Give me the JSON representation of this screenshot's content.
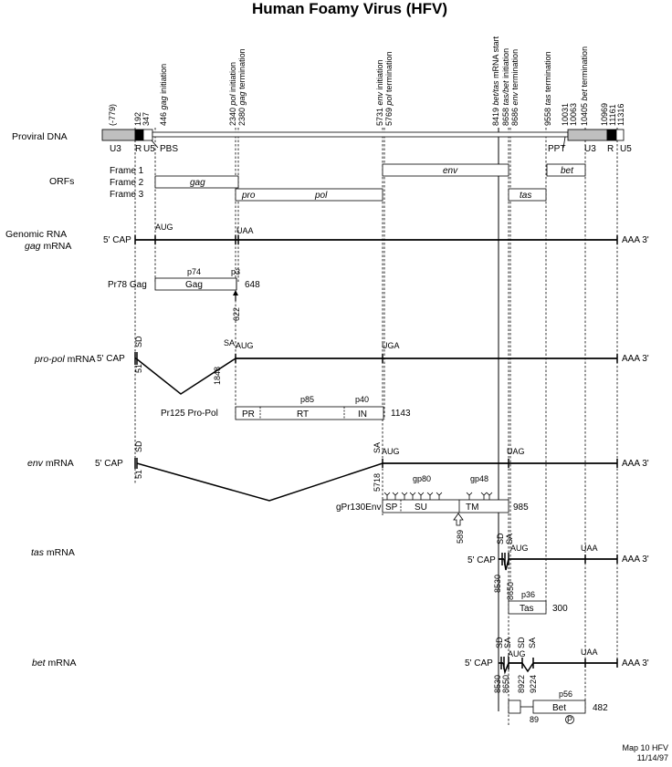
{
  "title": "Human Foamy Virus (HFV)",
  "rows": {
    "proviral": "Proviral DNA",
    "orfs": "ORFs",
    "genomic_1": "Genomic RNA",
    "genomic_2_it": "gag",
    "genomic_2": " mRNA",
    "propol_it": "pro-pol",
    "propol": " mRNA",
    "env_it": "env",
    "env": " mRNA",
    "tas_it": "tas",
    "tas": " mRNA",
    "bet_it": "bet",
    "bet": " mRNA"
  },
  "frames": [
    "Frame 1",
    "Frame 2",
    "Frame 3"
  ],
  "top_positions": [
    {
      "t": "(-779)"
    },
    {
      "t": "192"
    },
    {
      "t": "347"
    },
    {
      "n": "446 ",
      "i": "gag",
      "s": " initiation"
    },
    {
      "n": "2340 ",
      "i": "pol",
      "s": " initiation"
    },
    {
      "n": "2380 ",
      "i": "gag",
      "s": " termination"
    },
    {
      "n": "5731 ",
      "i": "env",
      "s": " initiation"
    },
    {
      "n": "5769 ",
      "i": "pol",
      "s": " termination"
    },
    {
      "n": "8419 ",
      "i": "bet/tas",
      "s": " mRNA start"
    },
    {
      "n": "8658 ",
      "i": "tas/bet",
      "s": " initiation"
    },
    {
      "n": "8686 ",
      "i": "env",
      "s": " termination"
    },
    {
      "n": "9558 ",
      "i": "tas",
      "s": " termination"
    },
    {
      "t": "10031"
    },
    {
      "t": "10063"
    },
    {
      "n": "10405 ",
      "i": "bet",
      "s": " termination"
    },
    {
      "t": "10969"
    },
    {
      "t": "11161"
    },
    {
      "t": "11316"
    }
  ],
  "ltr": {
    "u3_left": "U3",
    "r_left": "R",
    "u5_left": "U5",
    "pbs": "PBS",
    "ppt": "PPT",
    "u3_right": "U3",
    "r_right": "R",
    "u5_right": "U5"
  },
  "orf_names": {
    "env": "env",
    "bet": "bet",
    "gag": "gag",
    "pro": "pro",
    "pol": "pol",
    "tas": "tas"
  },
  "rna": {
    "cap": "5' CAP",
    "polya": "AAA 3'",
    "aug": "AUG",
    "uaa": "UAA",
    "uga": "UGA",
    "uag": "UAG",
    "sa": "SA",
    "sd": "SD"
  },
  "gag_protein": {
    "precursor": "Pr78 Gag",
    "p74": "p74",
    "p3": "p3",
    "name": "Gag",
    "length": "648",
    "cleavage": "622"
  },
  "propol": {
    "sd_pos": "51",
    "sa_pos": "1848",
    "precursor": "Pr125 Pro-Pol",
    "p85": "p85",
    "p40": "p40",
    "pr": "PR",
    "rt": "RT",
    "in": "IN",
    "length": "1143"
  },
  "env_protein": {
    "sd_pos": "51",
    "sa_pos": "5718",
    "precursor": "gPr130Env",
    "gp80": "gp80",
    "gp48": "gp48",
    "sp": "SP",
    "su": "SU",
    "tm": "TM",
    "length": "985",
    "cleavage": "589"
  },
  "tas_protein": {
    "sd_pos": "8530",
    "sa_pos": "8650",
    "p36": "p36",
    "name": "Tas",
    "length": "300"
  },
  "bet_protein": {
    "pos1": "8530",
    "pos2": "8650",
    "pos3": "8922",
    "pos4": "9224",
    "p56": "p56",
    "name": "Bet",
    "length": "482",
    "junction": "89",
    "phospho": "P"
  },
  "footer": {
    "line1": "Map 10 HFV",
    "line2": "11/14/97"
  }
}
